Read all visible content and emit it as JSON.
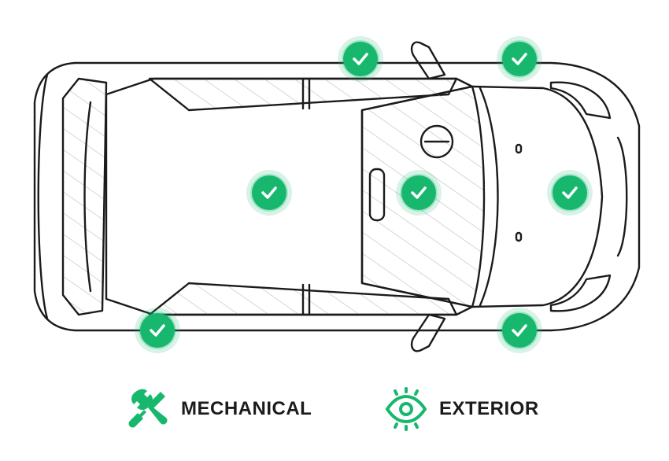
{
  "legend": {
    "mechanical_label": "MECHANICAL",
    "exterior_label": "EXTERIOR"
  },
  "hotspots": [
    {
      "name": "hotspot-front-left-mirror",
      "icon": "check-icon"
    },
    {
      "name": "hotspot-front-left-corner",
      "icon": "check-icon"
    },
    {
      "name": "hotspot-roof",
      "icon": "check-icon"
    },
    {
      "name": "hotspot-windshield",
      "icon": "check-icon"
    },
    {
      "name": "hotspot-hood",
      "icon": "check-icon"
    },
    {
      "name": "hotspot-rear-right-corner",
      "icon": "check-icon"
    },
    {
      "name": "hotspot-front-right-corner",
      "icon": "check-icon"
    }
  ],
  "colors": {
    "accent": "#17b86e",
    "outline": "#1b1b1b",
    "text": "#1b1b1b",
    "background": "#ffffff"
  }
}
